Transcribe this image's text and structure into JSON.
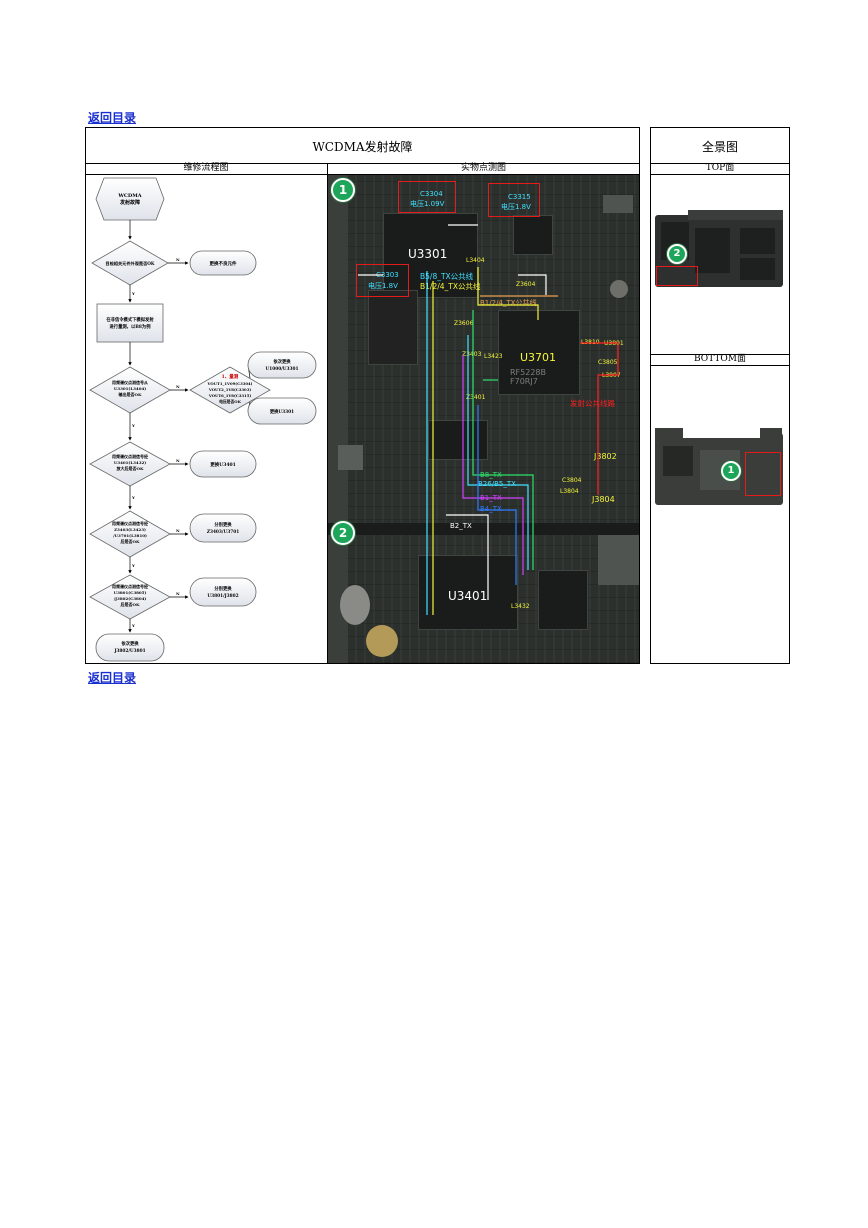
{
  "nav": {
    "back_label": "返回目录"
  },
  "main": {
    "title": "WCDMA发射故障",
    "col_flow": "维修流程图",
    "col_photo": "实物点测图"
  },
  "side": {
    "title": "全景图",
    "top_label": "TOP面",
    "bottom_label": "BOTTOM面"
  },
  "flow": {
    "start": [
      "WCDMA",
      "发射故障"
    ],
    "q1": "目检相关元件外观是否OK",
    "a1": "更换不良元件",
    "step2": [
      "在非信令模式下模拟发射",
      "进行量测，以B8为例"
    ],
    "q2": [
      "用频谱仪点测信号从",
      "U3301(L3404)",
      "输出是否OK"
    ],
    "q2b_title": "1、量测",
    "q2b_lines": [
      "VOUT1_1V09(C3304)",
      "VOUT2_1V8(C3303)",
      "VOUT6_1V8(C3315)",
      "电压是否OK"
    ],
    "a2a": [
      "依次更换",
      "U1000/U3301"
    ],
    "a2b": "更换U3301",
    "q3": [
      "用频谱仪点测信号经",
      "U3401(L3432)",
      "放大后是否OK"
    ],
    "a3": "更换U3401",
    "q4": [
      "用频谱仪点测信号经",
      "Z3403(L3423)",
      "/U3701(L3810)",
      "后是否OK"
    ],
    "a4": [
      "分别更换",
      "Z3403/U3701"
    ],
    "q5": [
      "用频谱仪点测信号经",
      "U3801(C3805)",
      "/J3802(C3804)",
      "后是否OK"
    ],
    "a5": [
      "分别更换",
      "U3801/J3802"
    ],
    "end": [
      "依次更换",
      "J3802/U3801"
    ],
    "yes": "Y",
    "no": "N"
  },
  "photo": {
    "badge1": "1",
    "badge2": "2",
    "c3304": [
      "C3304",
      "电压1.09V"
    ],
    "c3315": [
      "C3315",
      "电压1.8V"
    ],
    "c3303": [
      "C3303",
      "电压1.8V"
    ],
    "u3301": "U3301",
    "u3701": "U3701",
    "u3401": "U3401",
    "u3801": "U3801",
    "j3802": "J3802",
    "j3804": "J3804",
    "bus1": "B5/8_TX公共线",
    "bus2": "B1/2/4_TX公共线",
    "bus3": "B1/2/4_TX公共线",
    "l3404": "L3404",
    "z3604": "Z3604",
    "z3606": "Z3606",
    "z3403": "Z3403",
    "l3423": "L3423",
    "z3401": "Z3401",
    "l3810": "L3810",
    "c3805": "C3805",
    "l3807": "L3807",
    "c3804": "C3804",
    "l3804": "L3804",
    "l3432": "L3432",
    "red_note": "发射公共线路",
    "b8tx": "B8_TX",
    "b26tx": "B26/B5_TX",
    "b1tx": "B1_TX",
    "b4tx": "B4_TX",
    "b2tx": "B2_TX",
    "chipmark": "RF5228B F70RJ7"
  },
  "panorama": {
    "badge_top": "2",
    "badge_bottom": "1"
  }
}
